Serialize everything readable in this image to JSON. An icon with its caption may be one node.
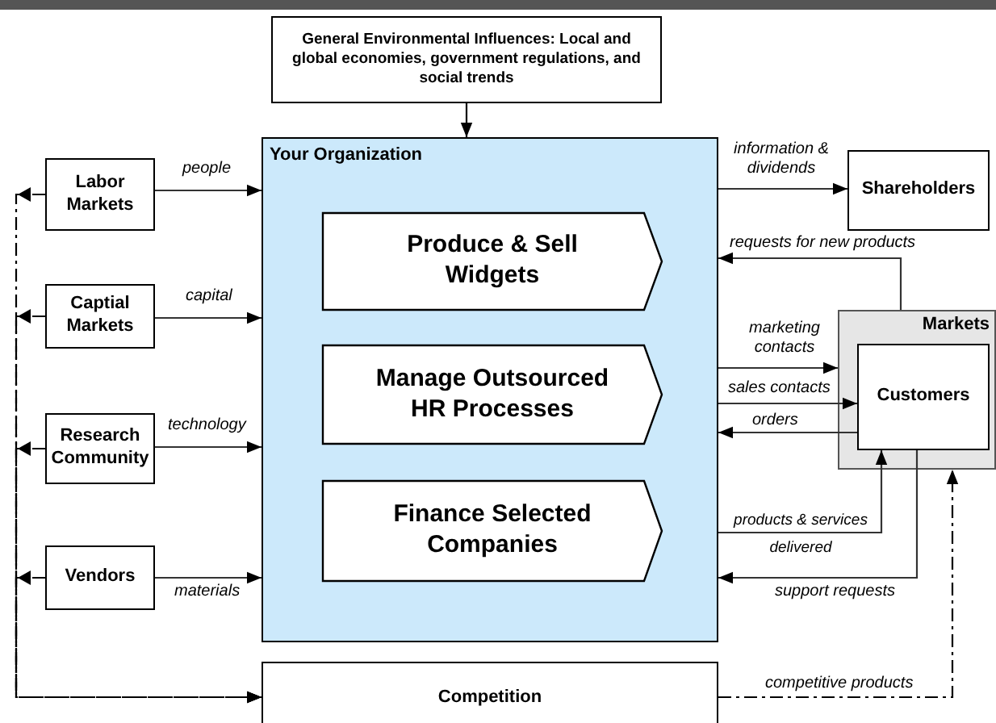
{
  "diagram": {
    "nodes": [
      {
        "text": [
          "General Environmental Influences: Local and global economies, government regulations, and social trends"
        ]
      },
      {
        "text": [
          "Your Organization"
        ]
      },
      {
        "text": [
          "Produce & Sell Widgets"
        ],
        "in": 1
      },
      {
        "text": [
          "Manage Outsourced HR Processes"
        ],
        "in": 1
      },
      {
        "text": [
          "Finance Selected Companies"
        ],
        "in": 1
      },
      {
        "text": [
          "Labor Markets"
        ]
      },
      {
        "text": [
          "Captial Markets"
        ]
      },
      {
        "text": [
          "Research Community"
        ]
      },
      {
        "text": [
          "Vendors"
        ]
      },
      {
        "text": [
          "Shareholders"
        ]
      },
      {
        "text": [
          "Markets"
        ]
      },
      {
        "text": [
          "Customers"
        ],
        "in": 10
      },
      {
        "text": [
          "Competition"
        ]
      }
    ],
    "edges": [
      {
        "from": 0,
        "to": 1,
        "arrow": "to"
      },
      {
        "from": 5,
        "to": 1,
        "arrow": "to",
        "label": "people"
      },
      {
        "from": 6,
        "to": 1,
        "arrow": "to",
        "label": "capital"
      },
      {
        "from": 7,
        "to": 1,
        "arrow": "to",
        "label": "technology"
      },
      {
        "from": 8,
        "to": 1,
        "arrow": "to",
        "label": "materials"
      },
      {
        "from": 1,
        "to": 9,
        "arrow": "to",
        "label": "information & dividends"
      },
      {
        "from": 10,
        "to": 1,
        "arrow": "to",
        "label": "requests for new products"
      },
      {
        "from": 1,
        "to": 10,
        "arrow": "to",
        "label": "marketing contacts"
      },
      {
        "from": 1,
        "to": 11,
        "arrow": "to",
        "label": "sales contacts"
      },
      {
        "from": 11,
        "to": 1,
        "arrow": "to",
        "label": "orders"
      },
      {
        "from": 1,
        "to": 11,
        "arrow": "to",
        "label": "products & services delivered"
      },
      {
        "from": 11,
        "to": 1,
        "arrow": "to",
        "label": "support requests"
      },
      {
        "from": 12,
        "to": 10,
        "arrow": "to",
        "label": "competitive products",
        "style": "dashed"
      },
      {
        "from": 5,
        "to": 12,
        "arrow": "to",
        "style": "dashed"
      },
      {
        "from": 6,
        "to": 12,
        "arrow": "to",
        "style": "dashed"
      },
      {
        "from": 7,
        "to": 12,
        "arrow": "to",
        "style": "dashed"
      },
      {
        "from": 8,
        "to": 12,
        "arrow": "to",
        "style": "dashed"
      }
    ]
  }
}
